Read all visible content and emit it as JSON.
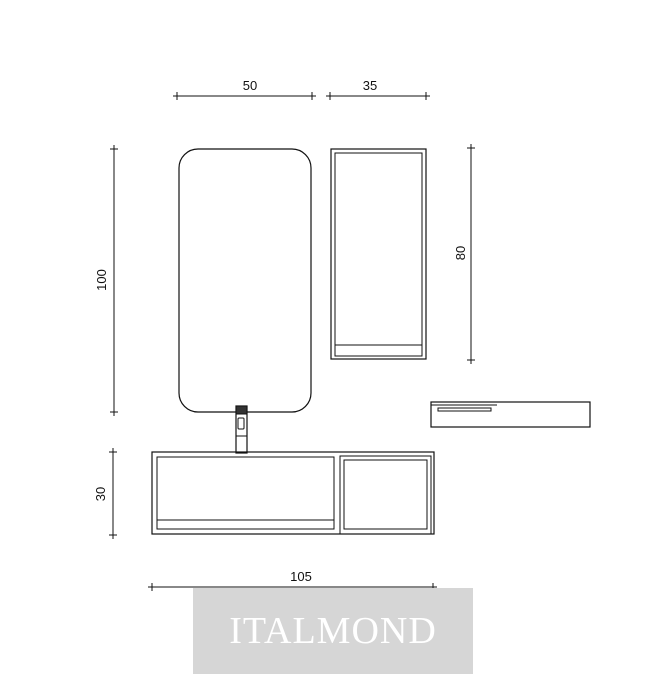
{
  "dimensions": {
    "mirror_width": "50",
    "cabinet_width": "35",
    "mirror_height": "100",
    "cabinet_height": "80",
    "vanity_height": "30",
    "vanity_width": "105"
  },
  "brand": {
    "watermark": "ITALMOND"
  },
  "colors": {
    "line": "#111111",
    "watermark_bg": "#d6d6d6",
    "watermark_text": "#ffffff"
  }
}
